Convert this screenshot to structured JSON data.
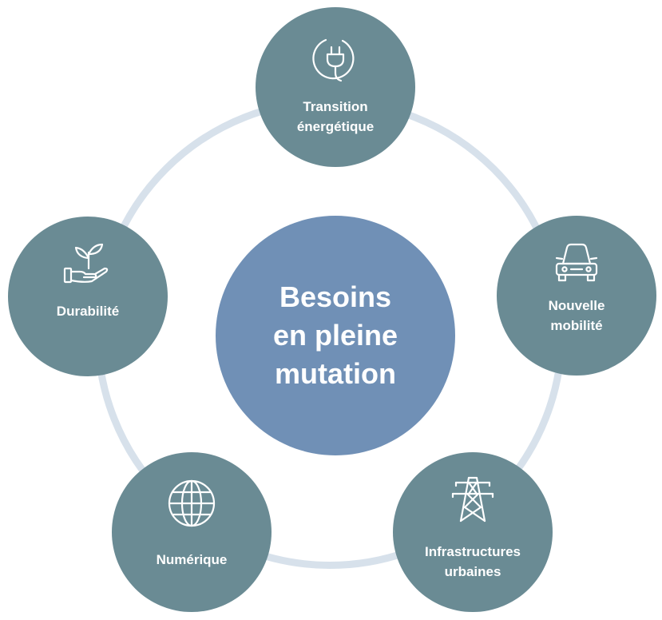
{
  "center": {
    "lines": [
      "Besoins",
      "en pleine",
      "mutation"
    ]
  },
  "colors": {
    "ring": "#d7e1eb",
    "center_fill": "#7090b6",
    "node_fill": "#6a8b94",
    "text": "#ffffff"
  },
  "nodes": [
    {
      "icon": "plug-icon",
      "lines": [
        "Transition",
        "énergétique"
      ]
    },
    {
      "icon": "car-icon",
      "lines": [
        "Nouvelle",
        "mobilité"
      ]
    },
    {
      "icon": "power-pylon-icon",
      "lines": [
        "Infrastructures",
        "urbaines"
      ]
    },
    {
      "icon": "globe-icon",
      "lines": [
        "Numérique"
      ]
    },
    {
      "icon": "hand-plant-icon",
      "lines": [
        "Durabilité"
      ]
    }
  ]
}
